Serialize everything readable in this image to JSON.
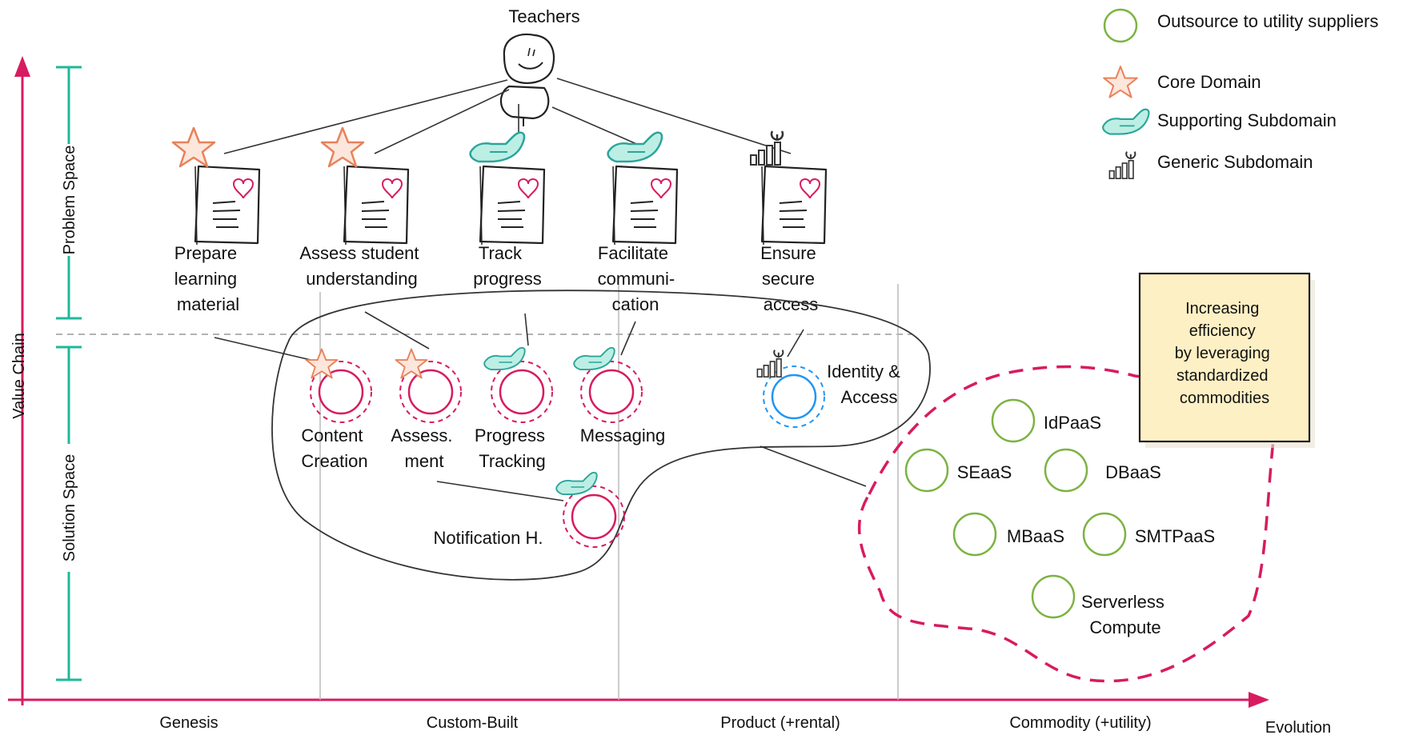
{
  "user": {
    "label": "Teachers"
  },
  "legend": [
    {
      "icon": "green-circle-icon",
      "label": "Outsource to utility suppliers"
    },
    {
      "icon": "star-icon",
      "label": "Core Domain"
    },
    {
      "icon": "helping-hand-icon",
      "label": "Supporting Subdomain"
    },
    {
      "icon": "tools-bars-icon",
      "label": "Generic Subdomain"
    }
  ],
  "axes": {
    "y_label": "Value Chain",
    "x_label": "Evolution",
    "problem_space": "Problem Space",
    "solution_space": "Solution Space",
    "stages": [
      "Genesis",
      "Custom-Built",
      "Product (+rental)",
      "Commodity (+utility)"
    ]
  },
  "needs": [
    {
      "lines": [
        "Prepare",
        "learning",
        "material"
      ],
      "type": "core"
    },
    {
      "lines": [
        "Assess student",
        "understanding"
      ],
      "type": "core"
    },
    {
      "lines": [
        "Track",
        "progress"
      ],
      "type": "supporting"
    },
    {
      "lines": [
        "Facilitate",
        "communi-",
        "cation"
      ],
      "type": "supporting"
    },
    {
      "lines": [
        "Ensure",
        "secure",
        "access"
      ],
      "type": "generic"
    }
  ],
  "components": [
    {
      "lines": [
        "Content",
        "Creation"
      ],
      "type": "core"
    },
    {
      "lines": [
        "Assess.",
        "ment"
      ],
      "type": "core"
    },
    {
      "lines": [
        "Progress",
        "Tracking"
      ],
      "type": "supporting"
    },
    {
      "lines": [
        "Messaging"
      ],
      "type": "supporting"
    },
    {
      "lines": [
        "Notification H."
      ],
      "type": "supporting"
    },
    {
      "lines": [
        "Identity &",
        "Access"
      ],
      "type": "generic"
    }
  ],
  "utilities": [
    {
      "label": "IdPaaS"
    },
    {
      "label": "SEaaS"
    },
    {
      "label": "DBaaS"
    },
    {
      "label": "MBaaS"
    },
    {
      "label": "SMTPaaS"
    },
    {
      "lines": [
        "Serverless",
        "Compute"
      ]
    }
  ],
  "note": {
    "lines": [
      "Increasing",
      "efficiency",
      "by leveraging",
      "standardized",
      "commodities"
    ]
  },
  "colors": {
    "axis": "#d81b60",
    "teal": "#1fb89a",
    "core": "#e8825a",
    "component": "#d81b60",
    "generic": "#2196f3",
    "utility": "#7cb342",
    "note_bg": "#fdf0c4",
    "supporting_fill": "#bdeee4",
    "supporting_stroke": "#2aa59a"
  }
}
